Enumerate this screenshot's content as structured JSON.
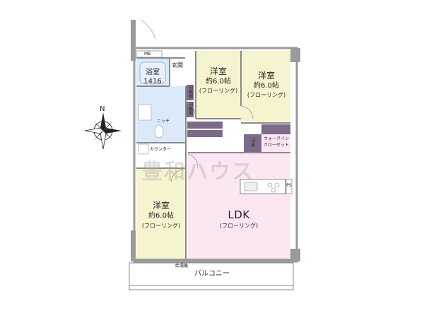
{
  "rooms": {
    "bath": {
      "name": "浴室",
      "size": "1416"
    },
    "entrance": {
      "name": "玄関"
    },
    "mb": {
      "name": "MB"
    },
    "western_top_left": {
      "name": "洋室",
      "area": "約6.0帖",
      "floor": "(フローリング)"
    },
    "western_top_right": {
      "name": "洋室",
      "area": "約6.0帖",
      "floor": "(フローリング)"
    },
    "western_bottom": {
      "name": "洋室",
      "area": "約6.0帖",
      "floor": "(フローリング)"
    },
    "ldk": {
      "name": "LDK",
      "floor": "(フローリング)"
    },
    "walk_in": {
      "line1": "ウォークイン",
      "line2": "クローゼット"
    },
    "niche": {
      "name": "ニッチ"
    },
    "counter": {
      "name": "カウンター"
    },
    "balcony": {
      "name": "バルコニー"
    },
    "water_supply": {
      "name": "給湯機"
    },
    "movable_shelf_a": {
      "name": "可動棚"
    },
    "movable_shelf_b": {
      "name": "可動棚"
    },
    "movable_shelf_c": {
      "name": "可動"
    },
    "ps": {
      "name": "PS"
    }
  },
  "compass": {
    "north_label": "N"
  },
  "watermark": {
    "text": "豊和ハウス"
  },
  "colors": {
    "western": "#f6f4cf",
    "ldk": "#fbe7f4",
    "bath": "#dbe9f8",
    "storage": "#7d6a88",
    "wall": "#9a9a9a"
  }
}
